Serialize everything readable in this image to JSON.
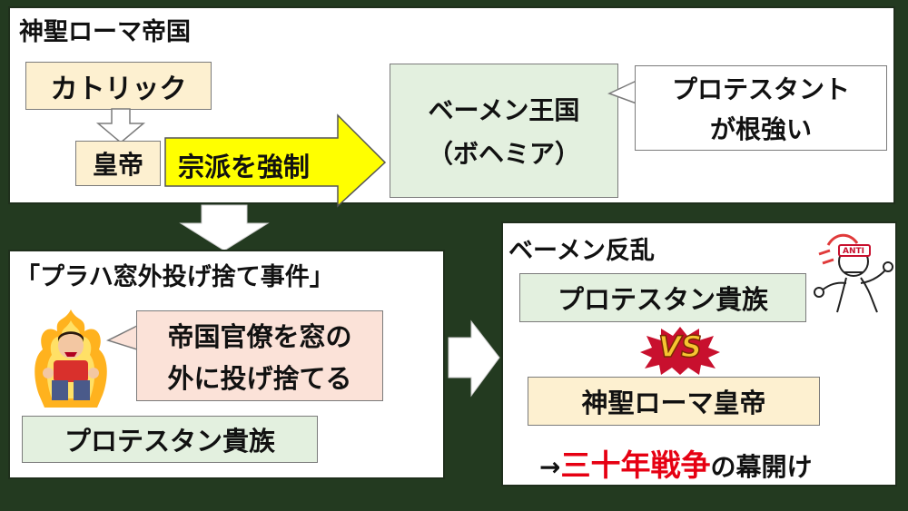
{
  "panel_top": {
    "title": "神聖ローマ帝国",
    "catholic": "カトリック",
    "emperor": "皇帝",
    "force_religion": "宗派を強制",
    "bohemia_line1": "ベーメン王国",
    "bohemia_line2": "（ボヘミア）",
    "protestant_line1": "プロテスタント",
    "protestant_line2": "が根強い"
  },
  "panel_left": {
    "title": "「プラハ窓外投げ捨て事件」",
    "callout_line1": "帝国官僚を窓の",
    "callout_line2": "外に投げ捨てる",
    "nobles": "プロテスタン貴族"
  },
  "panel_right": {
    "title": "ベーメン反乱",
    "nobles": "プロテスタン貴族",
    "vs": "VS",
    "emperor": "神聖ローマ皇帝",
    "anti_label": "ANTI",
    "result_arrow": "→",
    "result_war": "三十年戦争",
    "result_rest": "の幕開け"
  },
  "colors": {
    "background": "#233a20",
    "highlight_yellow": "#ffff00",
    "war_red": "#e60012",
    "vs_gold": "#f6c531",
    "vs_burst": "#c8102e"
  }
}
